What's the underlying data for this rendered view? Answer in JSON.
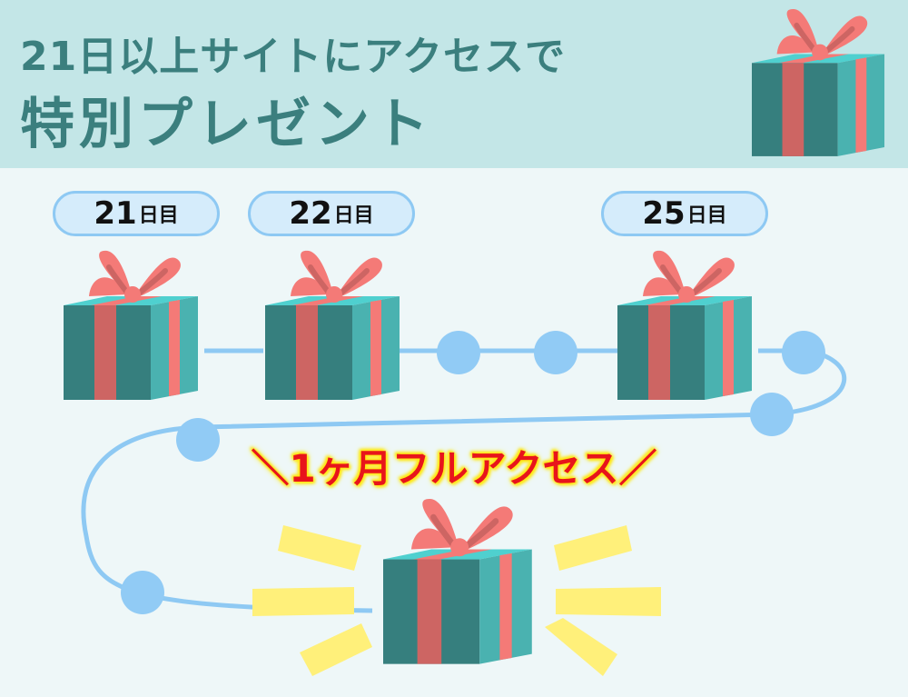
{
  "header": {
    "line1": "21日以上サイトにアクセスで",
    "line2": "特別プレゼント"
  },
  "milestones": [
    {
      "day": "21",
      "unit": "日目"
    },
    {
      "day": "22",
      "unit": "日目"
    },
    {
      "day": "25",
      "unit": "日目"
    }
  ],
  "banner": "＼1ヶ月フルアクセス／",
  "colors": {
    "header_bg": "#c3e6e7",
    "title": "#3b7f7e",
    "path": "#8ec9f3",
    "ribbon": "#f47a77",
    "box": "#367f7e",
    "burst": "#fff07a"
  }
}
